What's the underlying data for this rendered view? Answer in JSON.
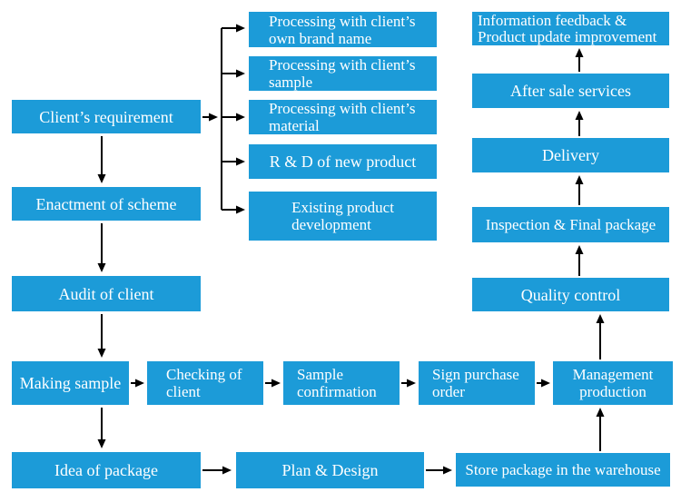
{
  "flowchart": {
    "colors": {
      "box_fill": "#1C9BD8",
      "box_text": "#FFFFFF",
      "arrow": "#000000",
      "background": "#FFFFFF"
    },
    "nodes": {
      "client_requirement": {
        "label": "Client’s requirement"
      },
      "enactment_scheme": {
        "label": "Enactment of scheme"
      },
      "audit_client": {
        "label": "Audit of client"
      },
      "making_sample": {
        "label": "Making sample"
      },
      "idea_package": {
        "label": "Idea of package"
      },
      "processing_brand": {
        "lines": [
          "Processing with client’s",
          "own brand name"
        ]
      },
      "processing_sample": {
        "lines": [
          "Processing with client’s",
          "sample"
        ]
      },
      "processing_material": {
        "lines": [
          "Processing with client’s",
          "material"
        ]
      },
      "rd_new_product": {
        "label": "R & D of new product"
      },
      "existing_product": {
        "lines": [
          "Existing product",
          "development"
        ]
      },
      "info_feedback": {
        "lines": [
          "Information feedback &",
          "Product update improvement"
        ]
      },
      "after_sale": {
        "label": "After sale services"
      },
      "delivery": {
        "label": "Delivery"
      },
      "inspection_final": {
        "label": "Inspection & Final package"
      },
      "quality_control": {
        "label": "Quality control"
      },
      "checking_client": {
        "lines": [
          "Checking of",
          "client"
        ]
      },
      "sample_confirmation": {
        "lines": [
          "Sample",
          "confirmation"
        ]
      },
      "sign_purchase": {
        "lines": [
          "Sign purchase",
          "order"
        ]
      },
      "management_production": {
        "lines": [
          "Management",
          "production"
        ]
      },
      "plan_design": {
        "label": "Plan & Design"
      },
      "store_package": {
        "label": "Store package in the warehouse"
      }
    }
  }
}
